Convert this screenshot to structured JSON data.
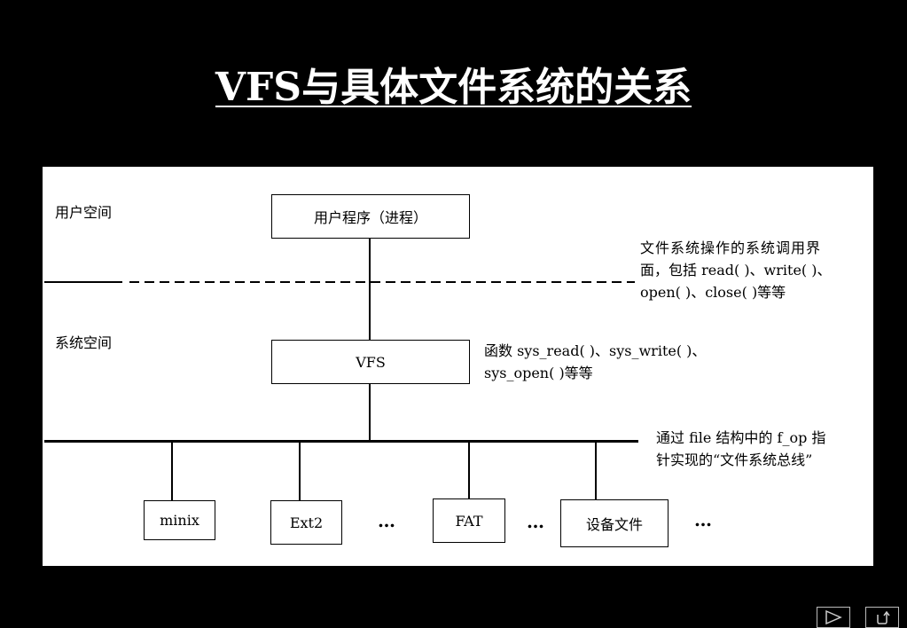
{
  "title": "VFS与具体文件系统的关系",
  "diagram": {
    "user_space_label": "用户空间",
    "system_space_label": "系统空间",
    "user_program_box": "用户程序（进程）",
    "vfs_box": "VFS",
    "syscall_note": [
      "文件系统操作的系统调用界",
      "面，包括 read( )、write( )、",
      "open( )、close( )等等"
    ],
    "vfs_note": [
      "函数 sys_read( )、sys_write( )、",
      "sys_open( )等等"
    ],
    "bus_note": [
      "通过 file 结构中的 f_op 指",
      "针实现的“文件系统总线”"
    ],
    "filesystems": [
      "minix",
      "Ext2",
      "FAT",
      "设备文件"
    ],
    "ellipsis": "…"
  },
  "nav": {
    "next_icon": "play-triangle-icon",
    "return_icon": "return-arrow-icon"
  }
}
